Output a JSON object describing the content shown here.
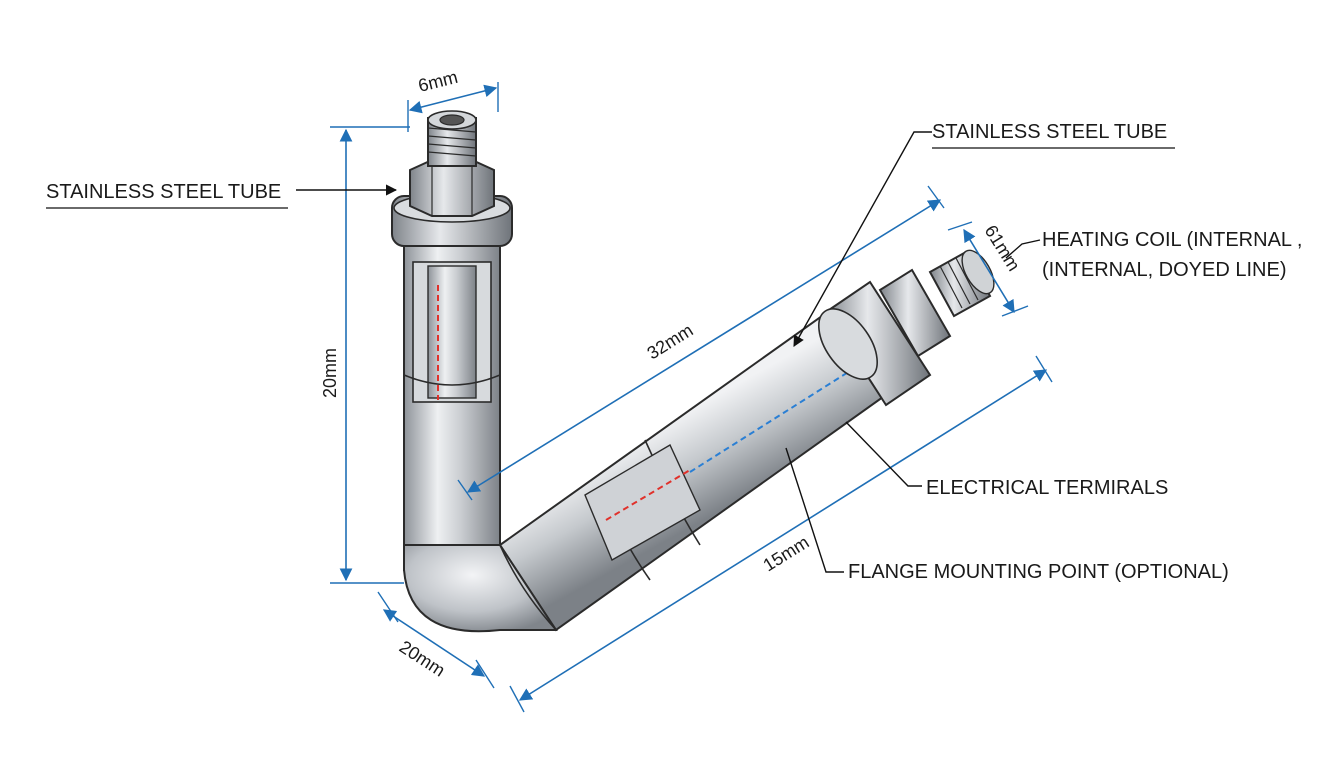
{
  "labels": {
    "left_tube": "STAINLESS STEEL TUBE",
    "top_tube": "STAINLESS STEEL TUBE",
    "heating_coil_line1": "HEATING COIL (INTERNAL ,",
    "heating_coil_line2": "(INTERNAL, DOYED LINE)",
    "electrical_terminals": "ELECTRICAL TERMIRALS",
    "flange": "FLANGE MOUNTING POINT (OPTIONAL)"
  },
  "dimensions": {
    "top_width": "6mm",
    "vertical_height": "20mm",
    "bend_width": "20mm",
    "diagonal_length": "32mm",
    "right_end": "61mm",
    "lower_length": "15mm"
  },
  "colors": {
    "dimension_blue": "#1f6fb6",
    "coil_red": "#e0312b",
    "coil_blue": "#2a7fd4",
    "metal": "#b9bdc2"
  }
}
